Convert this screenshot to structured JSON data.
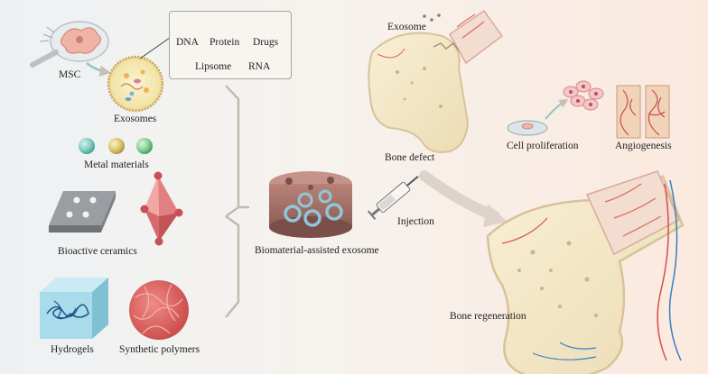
{
  "labels": {
    "msc": "MSC",
    "exosomes": "Exosomes",
    "dna": "DNA",
    "protein": "Protein",
    "drugs": "Drugs",
    "lipsome": "Lipsome",
    "rna": "RNA",
    "metal_materials": "Metal materials",
    "bioactive_ceramics": "Bioactive ceramics",
    "hydrogels": "Hydrogels",
    "synthetic_polymers": "Synthetic polymers",
    "biomaterial_assisted_exosome": "Biomaterial-assisted exosome",
    "injection": "Injection",
    "exosome": "Exosome",
    "bone_defect": "Bone defect",
    "cell_proliferation": "Cell proliferation",
    "angiogenesis": "Angiogenesis",
    "bone_regeneration": "Bone regeneration"
  },
  "colors": {
    "bone": "#f2e5c6",
    "bone_edge": "#d9c29a",
    "scaffold": "#a8746a",
    "exosome_ring": "#8fc7d8",
    "hydrogel": "#9fd6e6",
    "polymer": "#d9605f",
    "ceramic": "#e98a8c",
    "arrow": "#c9bfb4"
  },
  "icons": [
    "msc-cell-icon",
    "exosome-vesicle-icon",
    "dna-icon",
    "protein-icon",
    "drug-icon",
    "liposome-icon",
    "rna-icon",
    "metal-sphere-icon",
    "ceramic-plate-icon",
    "ceramic-octahedron-icon",
    "hydrogel-cube-icon",
    "polymer-sphere-icon",
    "scaffold-icon",
    "syringe-icon",
    "bone-defect-icon",
    "petri-dish-icon",
    "cell-cluster-icon",
    "vessel-tissue-icon",
    "regenerated-bone-icon"
  ]
}
